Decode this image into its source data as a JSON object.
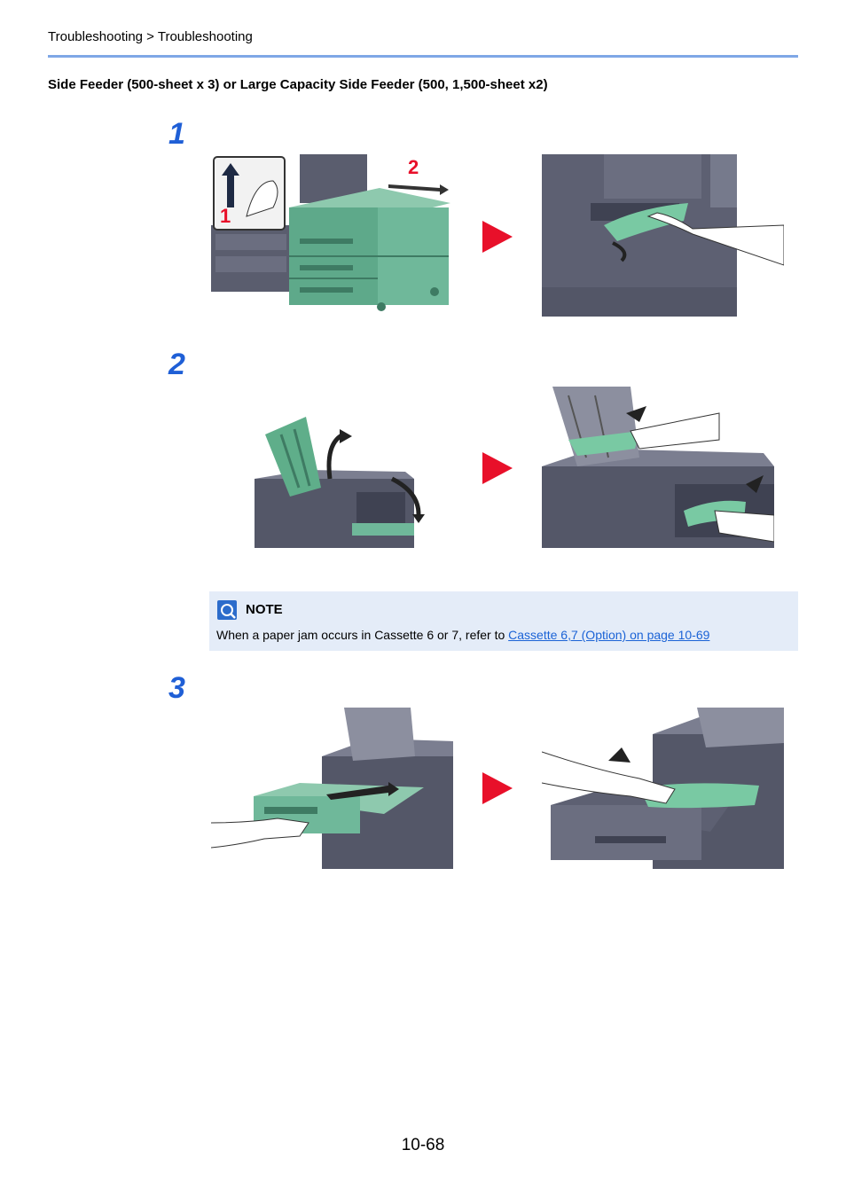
{
  "header": {
    "breadcrumb": "Troubleshooting > Troubleshooting"
  },
  "section": {
    "title": "Side Feeder (500-sheet x 3) or Large Capacity Side Feeder (500, 1,500-sheet x2)"
  },
  "steps": [
    {
      "number": "1",
      "callouts": [
        "1",
        "2"
      ]
    },
    {
      "number": "2"
    },
    {
      "number": "3"
    }
  ],
  "note": {
    "label": "NOTE",
    "text": "When a paper jam occurs in Cassette 6 or 7, refer to ",
    "link": "Cassette 6,7 (Option) on page 10-69"
  },
  "footer": {
    "page_number": "10-68"
  },
  "colors": {
    "accent": "#1f5fd6",
    "arrow": "#e8102a",
    "machine_green": "#6fb89a",
    "machine_gray": "#4a4d5e",
    "note_bg": "#e4ecf8"
  }
}
